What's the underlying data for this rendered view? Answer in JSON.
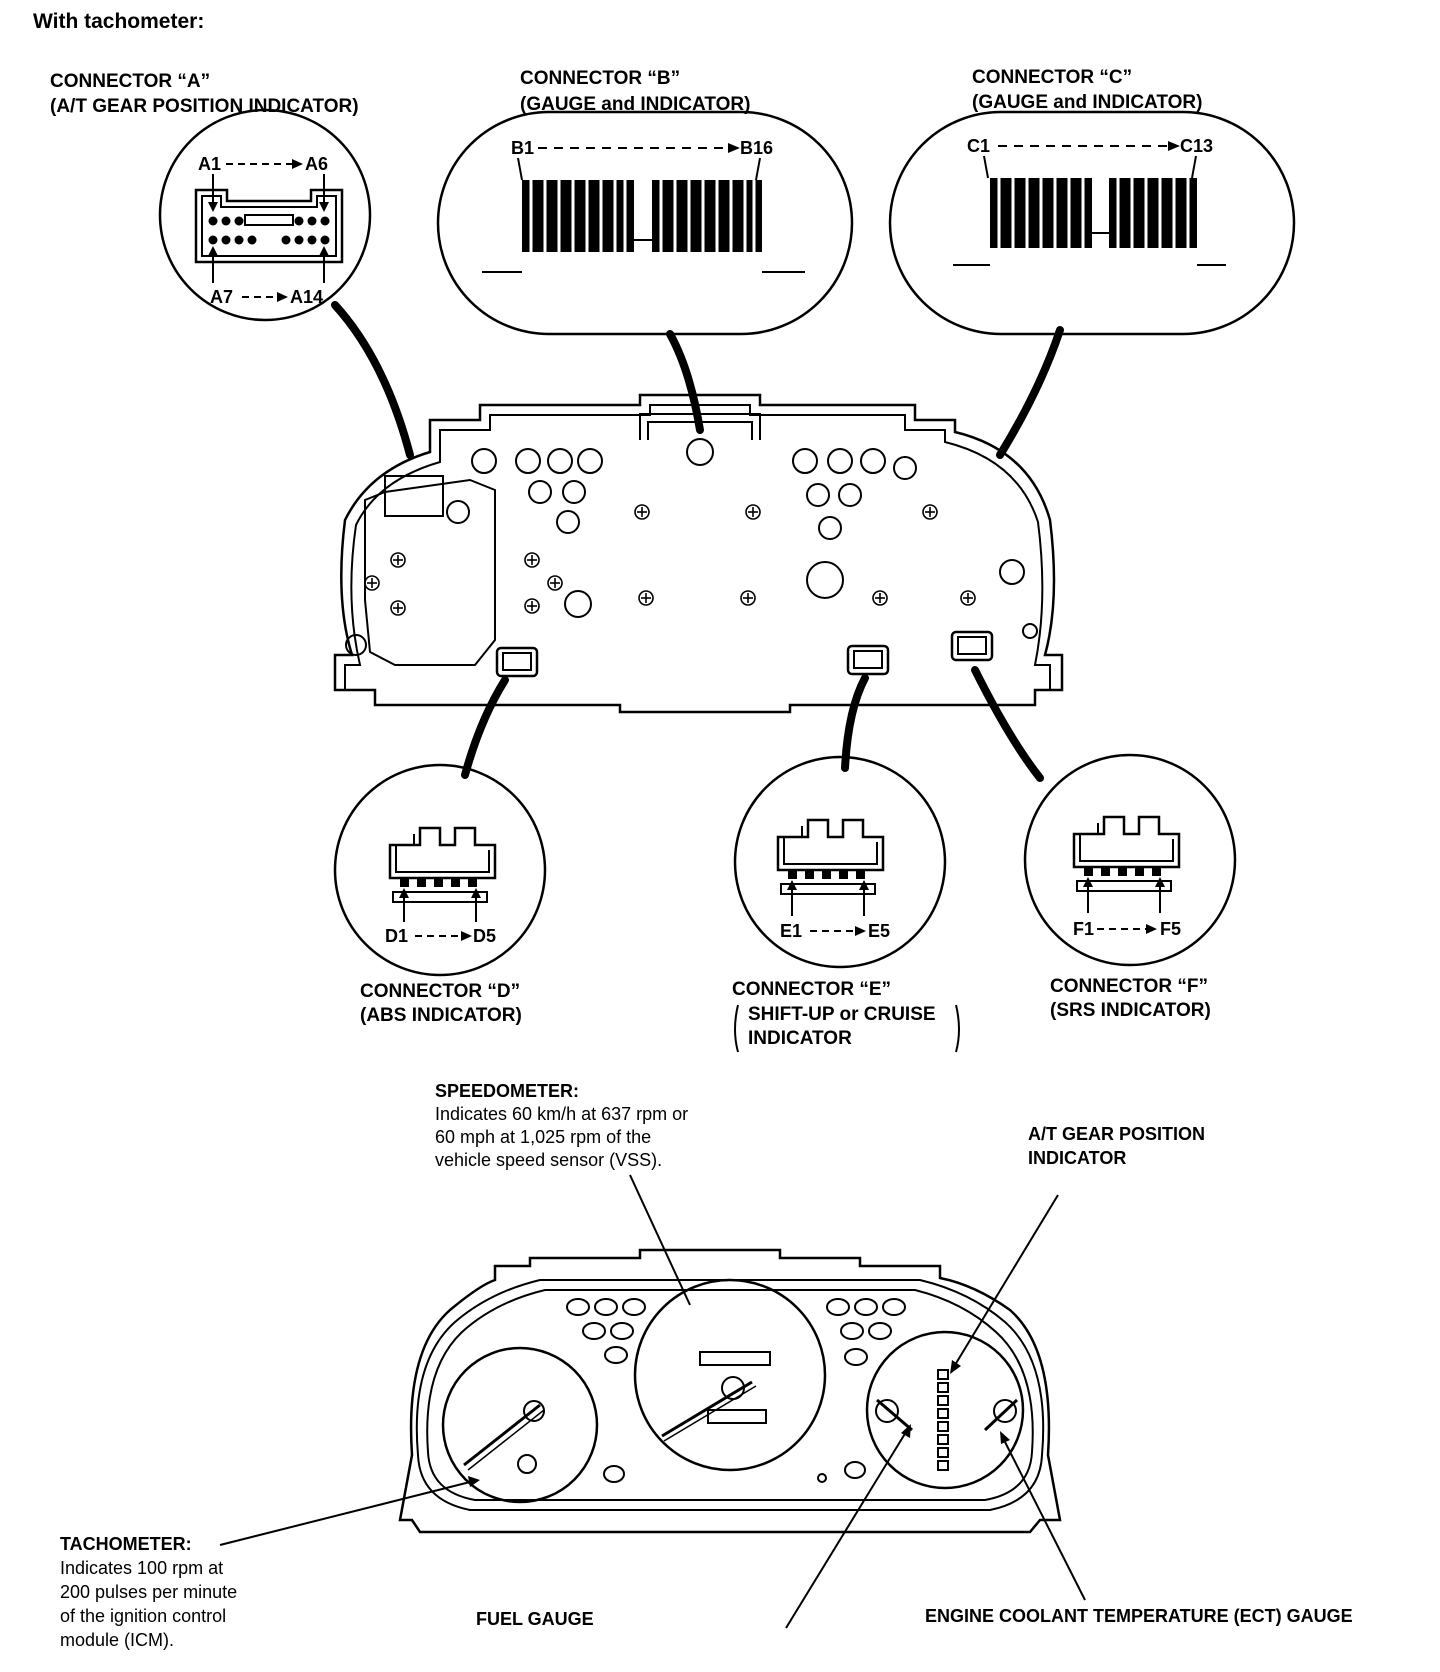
{
  "heading": "With tachometer:",
  "connectors": {
    "a": {
      "name": "CONNECTOR “A”",
      "desc": "(A/T GEAR POSITION INDICATOR)",
      "pin_top_start": "A1",
      "pin_top_end": "A6",
      "pin_bottom_start": "A7",
      "pin_bottom_end": "A14"
    },
    "b": {
      "name": "CONNECTOR “B”",
      "desc": "(GAUGE and INDICATOR)",
      "pin_start": "B1",
      "pin_end": "B16"
    },
    "c": {
      "name": "CONNECTOR “C”",
      "desc": "(GAUGE and INDICATOR)",
      "pin_start": "C1",
      "pin_end": "C13"
    },
    "d": {
      "name": "CONNECTOR “D”",
      "desc": "(ABS INDICATOR)",
      "pin_start": "D1",
      "pin_end": "D5"
    },
    "e": {
      "name": "CONNECTOR “E”",
      "desc_line1": "SHIFT-UP or CRUISE",
      "desc_line2": "INDICATOR",
      "pin_start": "E1",
      "pin_end": "E5"
    },
    "f": {
      "name": "CONNECTOR “F”",
      "desc": "(SRS INDICATOR)",
      "pin_start": "F1",
      "pin_end": "F5"
    }
  },
  "callouts": {
    "speedometer": {
      "title": "SPEEDOMETER:",
      "line1": "Indicates 60 km/h at 637 rpm or",
      "line2": "60 mph at 1,025 rpm of the",
      "line3": "vehicle speed sensor (VSS)."
    },
    "gear_indicator": {
      "line1": "A/T GEAR POSITION",
      "line2": "INDICATOR"
    },
    "tachometer": {
      "title": "TACHOMETER:",
      "line1": "Indicates 100 rpm at",
      "line2": "200 pulses per minute",
      "line3": "of the ignition control",
      "line4": "module (ICM)."
    },
    "fuel_gauge": "FUEL GAUGE",
    "ect_gauge": "ENGINE COOLANT TEMPERATURE (ECT) GAUGE"
  }
}
